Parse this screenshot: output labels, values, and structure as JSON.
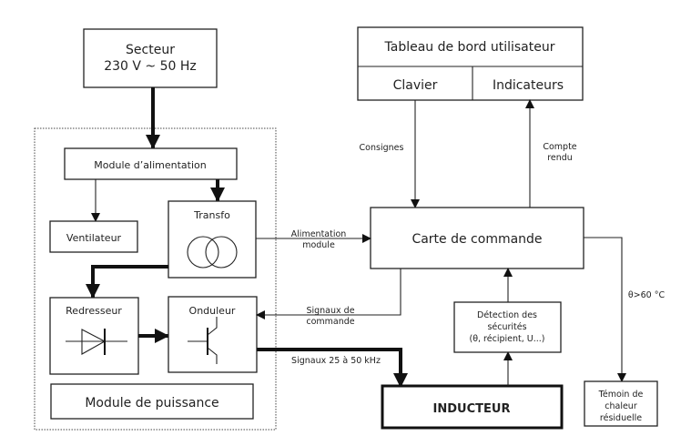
{
  "blocks": {
    "secteur": [
      "Secteur",
      "230 V ~ 50 Hz"
    ],
    "module_alimentation": "Module d’alimentation",
    "ventilateur": "Ventilateur",
    "transfo": "Transfo",
    "redresseur": "Redresseur",
    "onduleur": "Onduleur",
    "module_puissance": "Module de puissance",
    "tableau_de_bord": "Tableau de bord utilisateur",
    "clavier": "Clavier",
    "indicateurs": "Indicateurs",
    "carte_commande": "Carte de commande",
    "detection": [
      "Détection  des",
      "sécurités",
      "(θ, récipient, U...)"
    ],
    "inducteur": "INDUCTEUR",
    "temoin": [
      "Témoin de",
      "chaleur",
      "résiduelle"
    ]
  },
  "labels": {
    "consignes": "Consignes",
    "compte_rendu": [
      "Compte",
      "rendu"
    ],
    "alimentation_module": [
      "Alimentation",
      "module"
    ],
    "signaux_commande": [
      "Signaux de",
      "commande"
    ],
    "signaux_freq": "Signaux 25 à 50 kHz",
    "temperature": "θ>60 °C"
  }
}
